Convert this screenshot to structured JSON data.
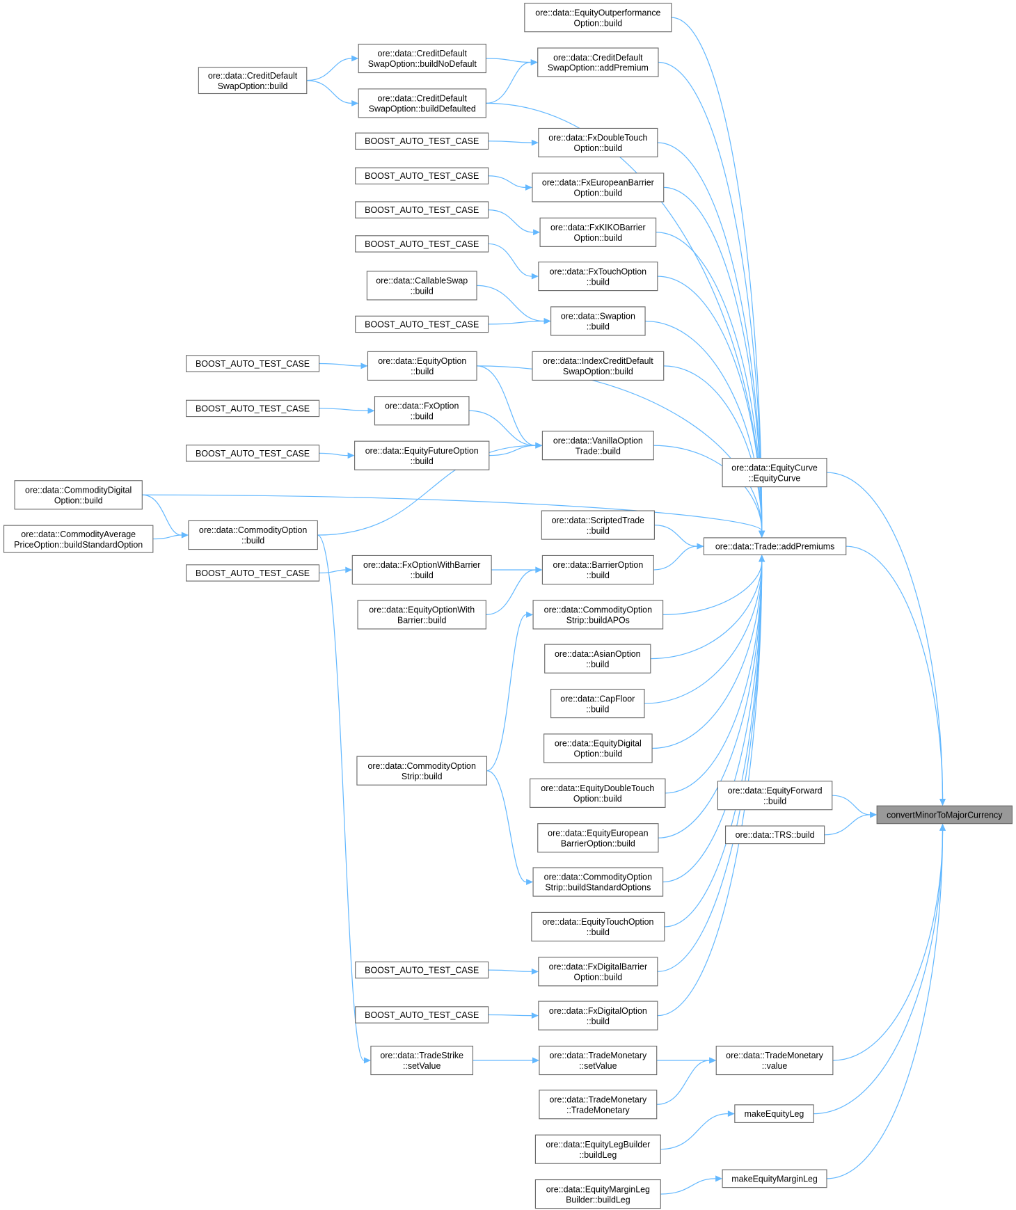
{
  "title": "convertMinorToMajorCurrency caller graph",
  "colors": {
    "edge": "#63b8ff",
    "node_border": "#666666",
    "root_fill": "#999999"
  },
  "root": "n34",
  "nodes": {
    "n1": [
      "ore::data::EquityOutperformance",
      "Option::build"
    ],
    "n2": [
      "ore::data::CreditDefault",
      "SwapOption::addPremium"
    ],
    "n3": [
      "ore::data::CreditDefault",
      "SwapOption::buildNoDefault"
    ],
    "n4": [
      "ore::data::CreditDefault",
      "SwapOption::build"
    ],
    "n5": [
      "ore::data::CreditDefault",
      "SwapOption::buildDefaulted"
    ],
    "b6": [
      "BOOST_AUTO_TEST_CASE"
    ],
    "n6": [
      "ore::data::FxDoubleTouch",
      "Option::build"
    ],
    "b7": [
      "BOOST_AUTO_TEST_CASE"
    ],
    "n7": [
      "ore::data::FxEuropeanBarrier",
      "Option::build"
    ],
    "b8": [
      "BOOST_AUTO_TEST_CASE"
    ],
    "n8": [
      "ore::data::FxKIKOBarrier",
      "Option::build"
    ],
    "b9": [
      "BOOST_AUTO_TEST_CASE"
    ],
    "n9": [
      "ore::data::FxTouchOption",
      "::build"
    ],
    "n10": [
      "ore::data::CallableSwap",
      "::build"
    ],
    "b11": [
      "BOOST_AUTO_TEST_CASE"
    ],
    "n11": [
      "ore::data::Swaption",
      "::build"
    ],
    "n12": [
      "ore::data::IndexCreditDefault",
      "SwapOption::build"
    ],
    "b13": [
      "BOOST_AUTO_TEST_CASE"
    ],
    "n13": [
      "ore::data::EquityOption",
      "::build"
    ],
    "b14": [
      "BOOST_AUTO_TEST_CASE"
    ],
    "n14": [
      "ore::data::FxOption",
      "::build"
    ],
    "b15": [
      "BOOST_AUTO_TEST_CASE"
    ],
    "n15": [
      "ore::data::EquityFutureOption",
      "::build"
    ],
    "n16": [
      "ore::data::VanillaOption",
      "Trade::build"
    ],
    "n17": [
      "ore::data::EquityCurve",
      "::EquityCurve"
    ],
    "n18": [
      "ore::data::CommodityDigital",
      "Option::build"
    ],
    "n19": [
      "ore::data::CommodityAverage",
      "PriceOption::buildStandardOption"
    ],
    "n20": [
      "ore::data::CommodityOption",
      "::build"
    ],
    "n21": [
      "ore::data::ScriptedTrade",
      "::build"
    ],
    "n22": [
      "ore::data::Trade::addPremiums"
    ],
    "b23": [
      "BOOST_AUTO_TEST_CASE"
    ],
    "n24": [
      "ore::data::FxOptionWithBarrier",
      "::build"
    ],
    "n25": [
      "ore::data::BarrierOption",
      "::build"
    ],
    "n26": [
      "ore::data::EquityOptionWith",
      "Barrier::build"
    ],
    "n27": [
      "ore::data::CommodityOption",
      "Strip::buildAPOs"
    ],
    "n28": [
      "ore::data::AsianOption",
      "::build"
    ],
    "n29": [
      "ore::data::CapFloor",
      "::build"
    ],
    "n30": [
      "ore::data::EquityDigital",
      "Option::build"
    ],
    "n31": [
      "ore::data::CommodityOption",
      "Strip::build"
    ],
    "n32": [
      "ore::data::EquityDoubleTouch",
      "Option::build"
    ],
    "n33": [
      "ore::data::EquityForward",
      "::build"
    ],
    "n34": [
      "convertMinorToMajorCurrency"
    ],
    "n35": [
      "ore::data::TRS::build"
    ],
    "n36": [
      "ore::data::EquityEuropean",
      "BarrierOption::build"
    ],
    "n37": [
      "ore::data::CommodityOption",
      "Strip::buildStandardOptions"
    ],
    "n38": [
      "ore::data::EquityTouchOption",
      "::build"
    ],
    "b39": [
      "BOOST_AUTO_TEST_CASE"
    ],
    "n39": [
      "ore::data::FxDigitalBarrier",
      "Option::build"
    ],
    "b40": [
      "BOOST_AUTO_TEST_CASE"
    ],
    "n40": [
      "ore::data::FxDigitalOption",
      "::build"
    ],
    "n41": [
      "ore::data::TradeStrike",
      "::setValue"
    ],
    "n42": [
      "ore::data::TradeMonetary",
      "::setValue"
    ],
    "n43": [
      "ore::data::TradeMonetary",
      "::value"
    ],
    "n44": [
      "ore::data::TradeMonetary",
      "::TradeMonetary"
    ],
    "n45": [
      "makeEquityLeg"
    ],
    "n46": [
      "ore::data::EquityLegBuilder",
      "::buildLeg"
    ],
    "n47": [
      "makeEquityMarginLeg"
    ],
    "n48": [
      "ore::data::EquityMarginLeg",
      "Builder::buildLeg"
    ]
  },
  "edges": [
    [
      "n1",
      "n22"
    ],
    [
      "n2",
      "n22"
    ],
    [
      "n3",
      "n2"
    ],
    [
      "n4",
      "n3"
    ],
    [
      "n4",
      "n5"
    ],
    [
      "n5",
      "n2"
    ],
    [
      "n5",
      "n22"
    ],
    [
      "b6",
      "n6"
    ],
    [
      "n6",
      "n22"
    ],
    [
      "b7",
      "n7"
    ],
    [
      "n7",
      "n22"
    ],
    [
      "b8",
      "n8"
    ],
    [
      "n8",
      "n22"
    ],
    [
      "b9",
      "n9"
    ],
    [
      "n9",
      "n22"
    ],
    [
      "n10",
      "n11"
    ],
    [
      "b11",
      "n11"
    ],
    [
      "n11",
      "n22"
    ],
    [
      "n12",
      "n22"
    ],
    [
      "b13",
      "n13"
    ],
    [
      "n13",
      "n16"
    ],
    [
      "n13",
      "n22"
    ],
    [
      "b14",
      "n14"
    ],
    [
      "n14",
      "n16"
    ],
    [
      "b15",
      "n15"
    ],
    [
      "n15",
      "n16"
    ],
    [
      "n16",
      "n22"
    ],
    [
      "n17",
      "n34"
    ],
    [
      "n18",
      "n20"
    ],
    [
      "n18",
      "n22"
    ],
    [
      "n19",
      "n20"
    ],
    [
      "n20",
      "n16"
    ],
    [
      "n20",
      "n41"
    ],
    [
      "n21",
      "n22"
    ],
    [
      "n22",
      "n34"
    ],
    [
      "b23",
      "n24"
    ],
    [
      "n24",
      "n25"
    ],
    [
      "n26",
      "n25"
    ],
    [
      "n25",
      "n22"
    ],
    [
      "n27",
      "n22"
    ],
    [
      "n28",
      "n22"
    ],
    [
      "n29",
      "n22"
    ],
    [
      "n30",
      "n22"
    ],
    [
      "n31",
      "n27"
    ],
    [
      "n31",
      "n37"
    ],
    [
      "n32",
      "n22"
    ],
    [
      "n33",
      "n34"
    ],
    [
      "n35",
      "n34"
    ],
    [
      "n36",
      "n22"
    ],
    [
      "n37",
      "n22"
    ],
    [
      "n38",
      "n22"
    ],
    [
      "b39",
      "n39"
    ],
    [
      "n39",
      "n22"
    ],
    [
      "b40",
      "n40"
    ],
    [
      "n40",
      "n22"
    ],
    [
      "n41",
      "n42"
    ],
    [
      "n42",
      "n43"
    ],
    [
      "n44",
      "n43"
    ],
    [
      "n43",
      "n34"
    ],
    [
      "n46",
      "n45"
    ],
    [
      "n45",
      "n34"
    ],
    [
      "n48",
      "n47"
    ],
    [
      "n47",
      "n34"
    ]
  ]
}
